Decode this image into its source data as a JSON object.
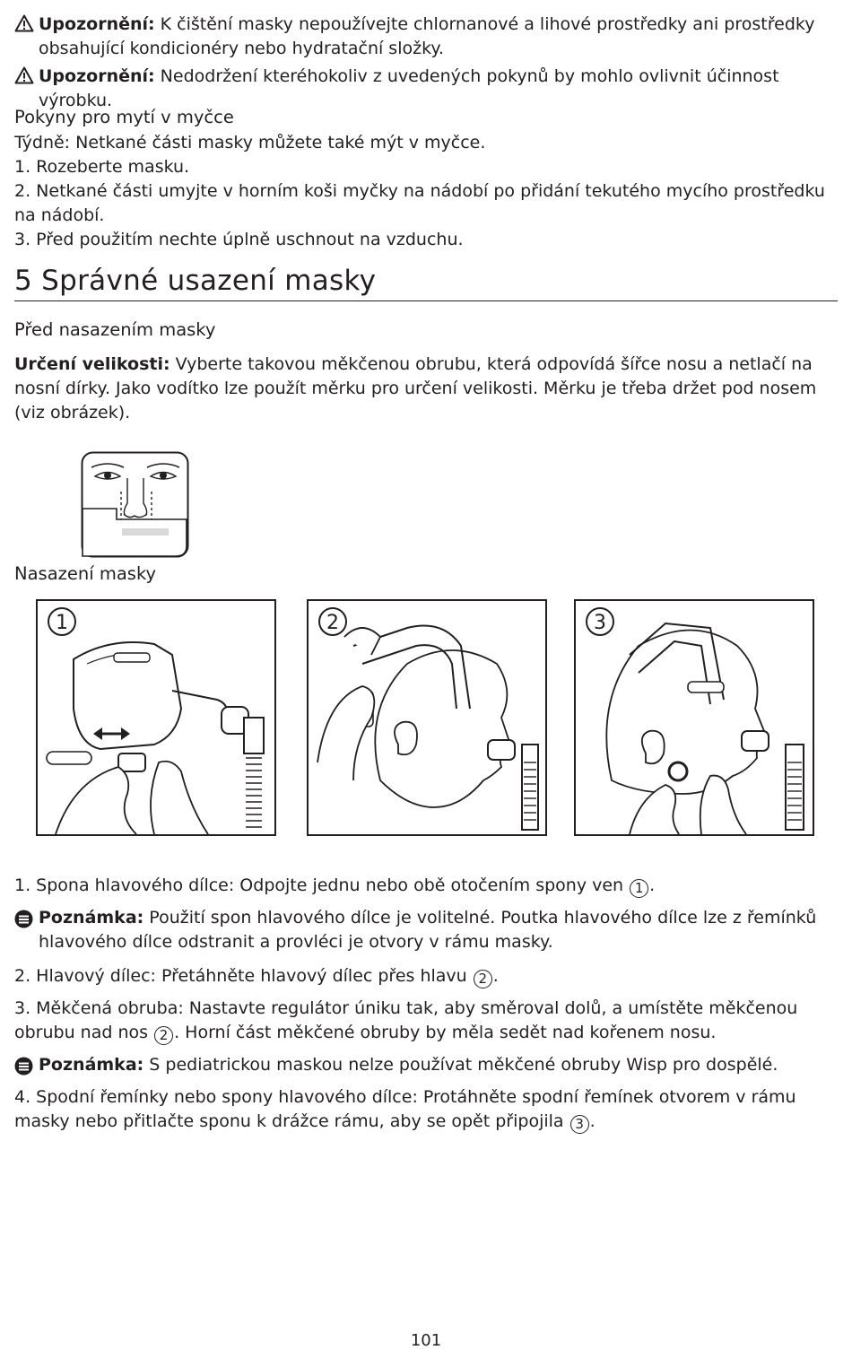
{
  "cleaning": {
    "warning1_label": "Upozornění:",
    "warning1_text": " K čištění masky nepoužívejte chlornanové a lihové prostředky ani prostředky obsahující kondicionéry nebo hydratační složky.",
    "warning2_label": "Upozornění:",
    "warning2_text": " Nedodržení kteréhokoliv z uvedených pokynů by mohlo ovlivnit účinnost výrobku.",
    "dishwasher_heading": "Pokyny pro mytí v myčce",
    "weekly": "Týdně: Netkané části masky můžete také mýt v myčce.",
    "step1": "1. Rozeberte masku.",
    "step2": "2. Netkané části umyjte v horním koši myčky na nádobí po přidání tekutého mycího prostředku na nádobí.",
    "step3": "3. Před použitím nechte úplně uschnout na vzduchu."
  },
  "section": {
    "title": "5 Správné usazení masky",
    "before_heading": "Před nasazením masky",
    "sizing_label": "Určení velikosti:",
    "sizing_text": " Vyberte takovou měkčenou obrubu, která odpovídá šířce nosu a netlačí na nosní dírky. Jako vodítko lze použít měrku pro určení velikosti. Měrku je třeba držet pod nosem (viz obrázek).",
    "fitting_heading": "Nasazení masky"
  },
  "figures": {
    "labels": [
      "1",
      "2",
      "3"
    ]
  },
  "instructions": {
    "i1_text": "1. Spona hlavového dílce: Odpojte jednu nebo obě otočením spony ven ",
    "i1_ref": "1",
    "i1_end": ".",
    "note1_label": "Poznámka:",
    "note1_text": " Použití spon hlavového dílce je volitelné. Poutka hlavového dílce lze z řemínků hlavového dílce odstranit a provléci je otvory v rámu masky.",
    "i2_text": "2. Hlavový dílec: Přetáhněte hlavový dílec přes hlavu ",
    "i2_ref": "2",
    "i2_end": ".",
    "i3_text": "3. Měkčená obruba: Nastavte regulátor úniku tak, aby směroval dolů, a umístěte měkčenou obrubu nad nos ",
    "i3_ref": "2",
    "i3_end": ". Horní část měkčené obruby by měla sedět nad kořenem nosu.",
    "note2_label": "Poznámka:",
    "note2_text": " S pediatrickou maskou nelze používat měkčené obruby Wisp pro dospělé.",
    "i4_text": "4. Spodní řemínky nebo spony hlavového dílce: Protáhněte spodní řemínek otvorem v rámu masky nebo přitlačte sponu k drážce rámu, aby se opět připojila ",
    "i4_ref": "3",
    "i4_end": "."
  },
  "page_number": "101"
}
